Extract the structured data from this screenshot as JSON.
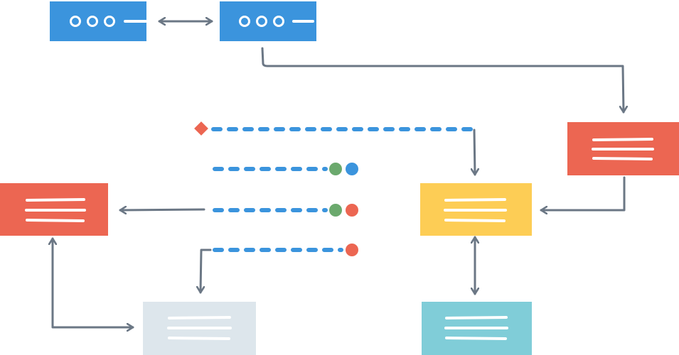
{
  "colors": {
    "background": "#ffffff",
    "blue": "#3b94dd",
    "red": "#ec6652",
    "yellow": "#fdcd55",
    "teal": "#80cdd8",
    "light_gray": "#dde6ec",
    "arrow": "#6b7785",
    "dash": "#3b94dd",
    "dot_green": "#6ba96d",
    "dot_red": "#ec6652",
    "dot_blue": "#3b94dd",
    "card_lines": "#ffffff"
  },
  "nodes": [
    {
      "id": "server-left",
      "kind": "server",
      "color": "blue"
    },
    {
      "id": "server-right",
      "kind": "server",
      "color": "blue"
    },
    {
      "id": "doc-red-right",
      "kind": "document",
      "color": "red"
    },
    {
      "id": "doc-red-left",
      "kind": "document",
      "color": "red"
    },
    {
      "id": "doc-yellow",
      "kind": "document",
      "color": "yellow"
    },
    {
      "id": "doc-gray",
      "kind": "document",
      "color": "light_gray"
    },
    {
      "id": "doc-teal",
      "kind": "document",
      "color": "teal"
    }
  ],
  "edges": [
    {
      "from": "server-left",
      "to": "server-right",
      "style": "solid",
      "direction": "both"
    },
    {
      "from": "server-right",
      "to": "doc-red-right",
      "style": "solid",
      "direction": "forward"
    },
    {
      "from": "doc-red-right",
      "to": "doc-yellow",
      "style": "solid",
      "direction": "forward"
    },
    {
      "from": "doc-yellow",
      "to": "doc-teal",
      "style": "solid",
      "direction": "both"
    },
    {
      "from": "doc-gray",
      "to": "doc-red-left",
      "style": "solid",
      "direction": "both"
    },
    {
      "from": "red-diamond-marker",
      "to": "doc-yellow",
      "style": "dashed",
      "direction": "forward"
    },
    {
      "from": "dashed-line-2",
      "to": "doc-red-left",
      "style": "solid",
      "direction": "forward"
    },
    {
      "from": "dashed-line-3",
      "to": "doc-gray",
      "style": "solid",
      "direction": "forward"
    }
  ],
  "dashed_lines": [
    {
      "id": "dashed-line-1",
      "start_marker": "red-diamond",
      "end_markers": []
    },
    {
      "id": "dashed-line-2",
      "start_marker": "",
      "end_markers": [
        "green",
        "blue"
      ]
    },
    {
      "id": "dashed-line-3",
      "start_marker": "",
      "end_markers": [
        "green",
        "red"
      ]
    },
    {
      "id": "dashed-line-4",
      "start_marker": "",
      "end_markers": [
        "red"
      ]
    }
  ]
}
